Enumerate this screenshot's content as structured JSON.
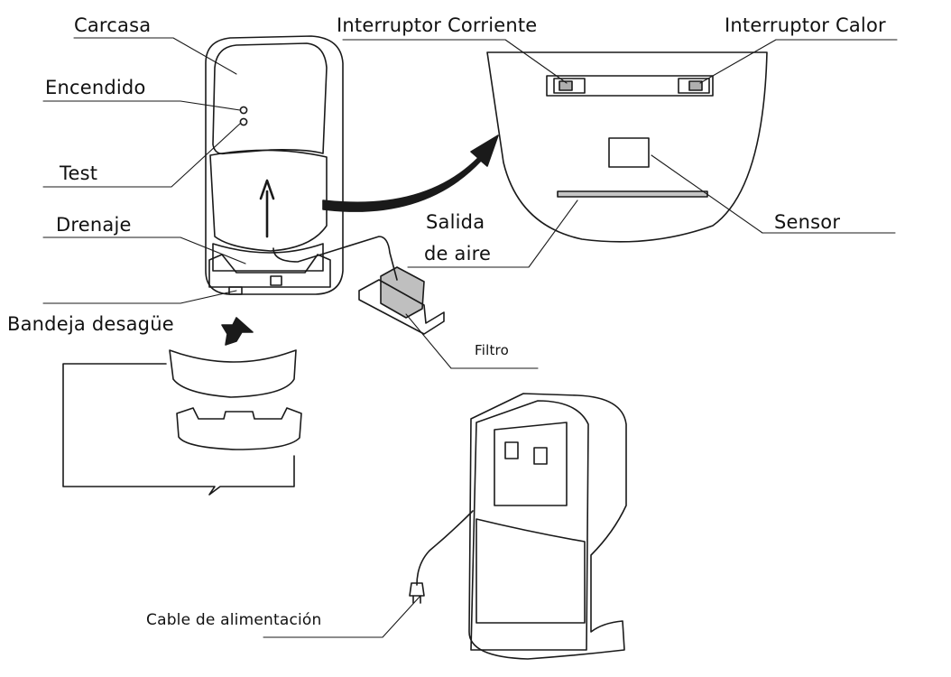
{
  "labels": {
    "carcasa": "Carcasa",
    "encendido": "Encendido",
    "test": "Test",
    "drenaje": "Drenaje",
    "bandeja": "Bandeja desagüe",
    "interruptor_corriente": "Interruptor Corriente",
    "interruptor_calor": "Interruptor Calor",
    "salida_line1": "Salida",
    "salida_line2": "de aire",
    "sensor": "Sensor",
    "filtro": "Filtro",
    "cable": "Cable de alimentación"
  },
  "colors": {
    "line": "#1a1a1a",
    "text": "#111111",
    "background": "#ffffff"
  }
}
